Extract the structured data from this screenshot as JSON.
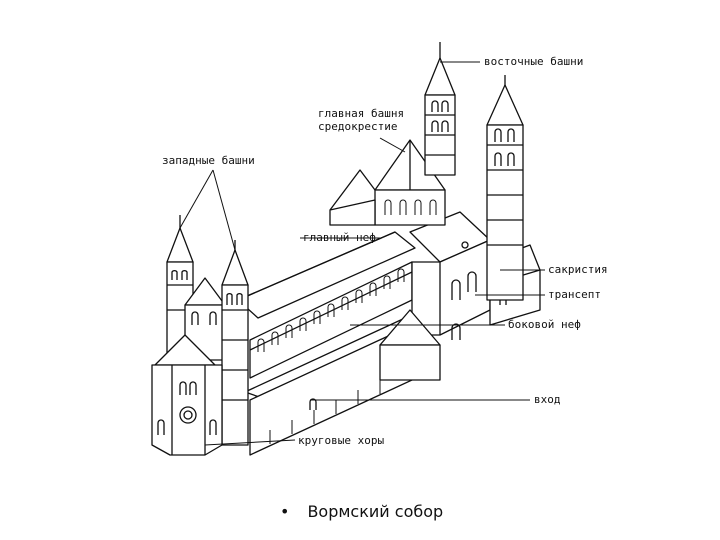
{
  "labels": {
    "east_towers": "восточные башни",
    "main_tower_line1": "главная башня",
    "main_tower_line2": "средокрестие",
    "west_towers": "западные башни",
    "main_nave": "главный неф",
    "sacristy": "сакристия",
    "transept": "трансепт",
    "side_nave": "боковой неф",
    "entrance": "вход",
    "round_choirs": "круговые хоры"
  },
  "caption": {
    "bullet": "•",
    "text": "Вормский собор"
  }
}
